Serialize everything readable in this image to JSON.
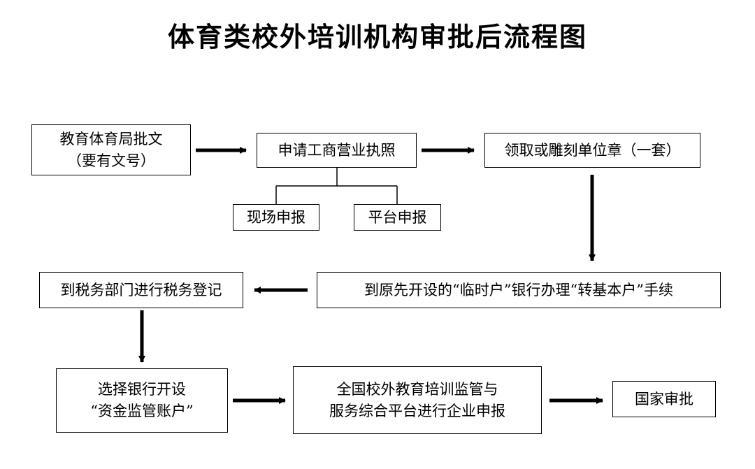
{
  "title": "体育类校外培训机构审批后流程图",
  "nodes": {
    "approval_doc": {
      "line1": "教育体育局批文",
      "line2": "（要有文号）"
    },
    "business_license": {
      "line1": "申请工商营业执照"
    },
    "onsite": {
      "line1": "现场申报"
    },
    "platform": {
      "line1": "平台申报"
    },
    "seal": {
      "line1": "领取或雕刻单位章（一套）"
    },
    "bank_convert": {
      "line1": "到原先开设的“临时户”银行办理“转基本户”手续"
    },
    "tax": {
      "line1": "到税务部门进行税务登记"
    },
    "bank_account": {
      "line1": "选择银行开设",
      "line2": "“资金监管账户”"
    },
    "national_platform": {
      "line1": "全国校外教育培训监管与",
      "line2": "服务综合平台进行企业申报"
    },
    "national_approval": {
      "line1": "国家审批"
    }
  }
}
